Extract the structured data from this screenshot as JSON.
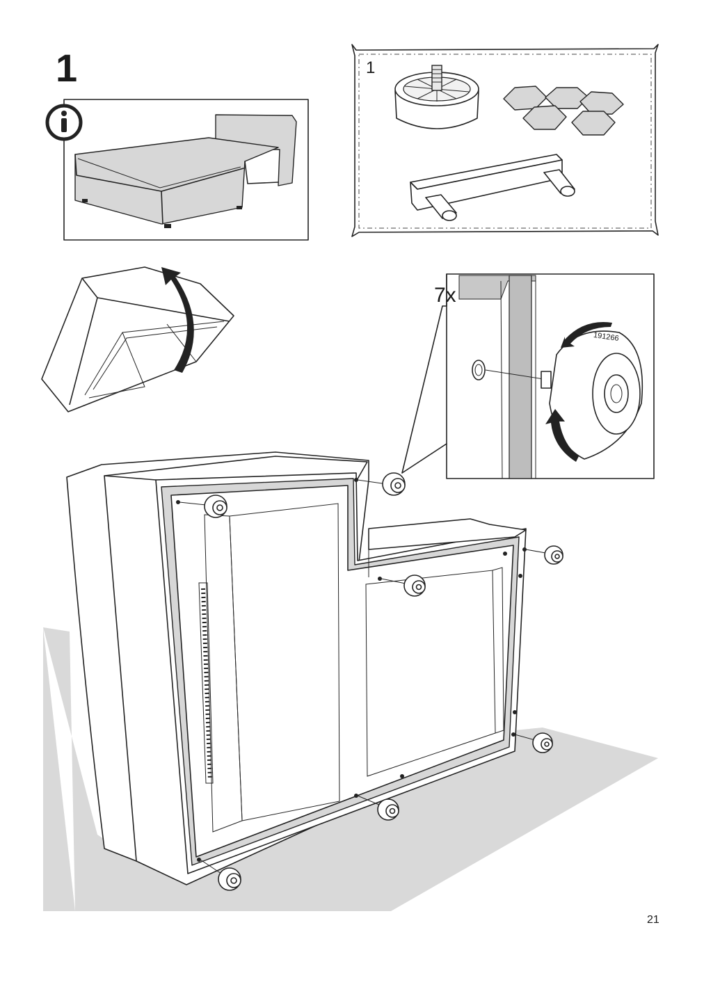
{
  "step": {
    "number": "1"
  },
  "info_icon": "info-circle-icon",
  "parts_panel": {
    "quantity_label": "1"
  },
  "detail": {
    "multiplier": "7x",
    "part_code": "191266"
  },
  "page": {
    "number": "21"
  }
}
